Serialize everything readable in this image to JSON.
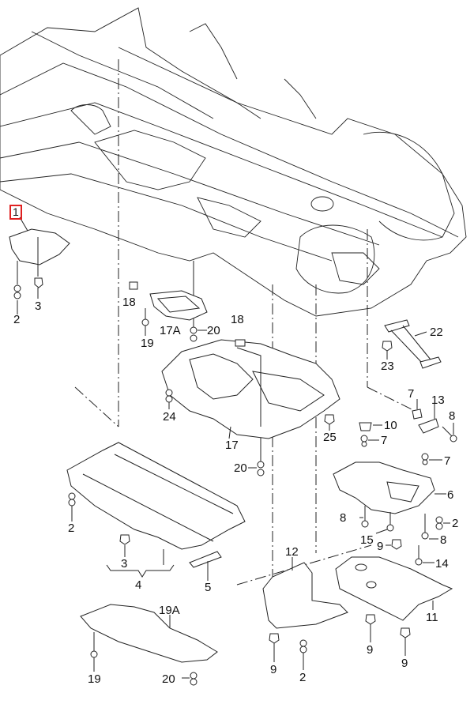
{
  "diagram": {
    "title": "Underbody trim panels exploded view",
    "highlight_color": "#e02020",
    "selected_part": "1",
    "labels": {
      "p1": "1",
      "p2a": "2",
      "p3a": "3",
      "p18a": "18",
      "p19a": "19",
      "p17A": "17A",
      "p20a": "20",
      "p18b": "18",
      "p24": "24",
      "p17": "17",
      "p20b": "20",
      "p25": "25",
      "p22": "22",
      "p23": "23",
      "p7a": "7",
      "p13": "13",
      "p8a": "8",
      "p10": "10",
      "p7b": "7",
      "p7c": "7",
      "p6": "6",
      "p2b": "2",
      "p8b": "8",
      "p15": "15",
      "p8c": "8",
      "p9a": "9",
      "p14": "14",
      "p2c": "2",
      "p3b": "3",
      "p4": "4",
      "p5": "5",
      "p12": "12",
      "p11": "11",
      "p9b": "9",
      "p9c": "9",
      "p2d": "2",
      "p9d": "9",
      "p19A": "19A",
      "p19b": "19",
      "p20c": "20"
    }
  }
}
